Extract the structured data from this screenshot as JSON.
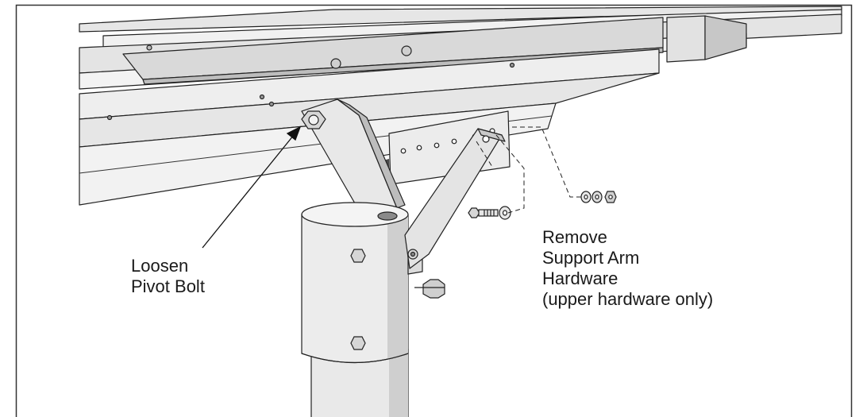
{
  "callouts": {
    "pivot": {
      "line1": "Loosen",
      "line2": "Pivot Bolt"
    },
    "support_arm": {
      "line1": "Remove",
      "line2": "Support Arm",
      "line3": "Hardware",
      "line4": "(upper hardware only)"
    }
  },
  "colors": {
    "ink": "#1a1a1a",
    "frame": "#333333",
    "metal_light": "#ececec",
    "metal_mid": "#d4d4d4",
    "metal_dark": "#9a9a9a",
    "shadow": "#4a4a4a"
  }
}
